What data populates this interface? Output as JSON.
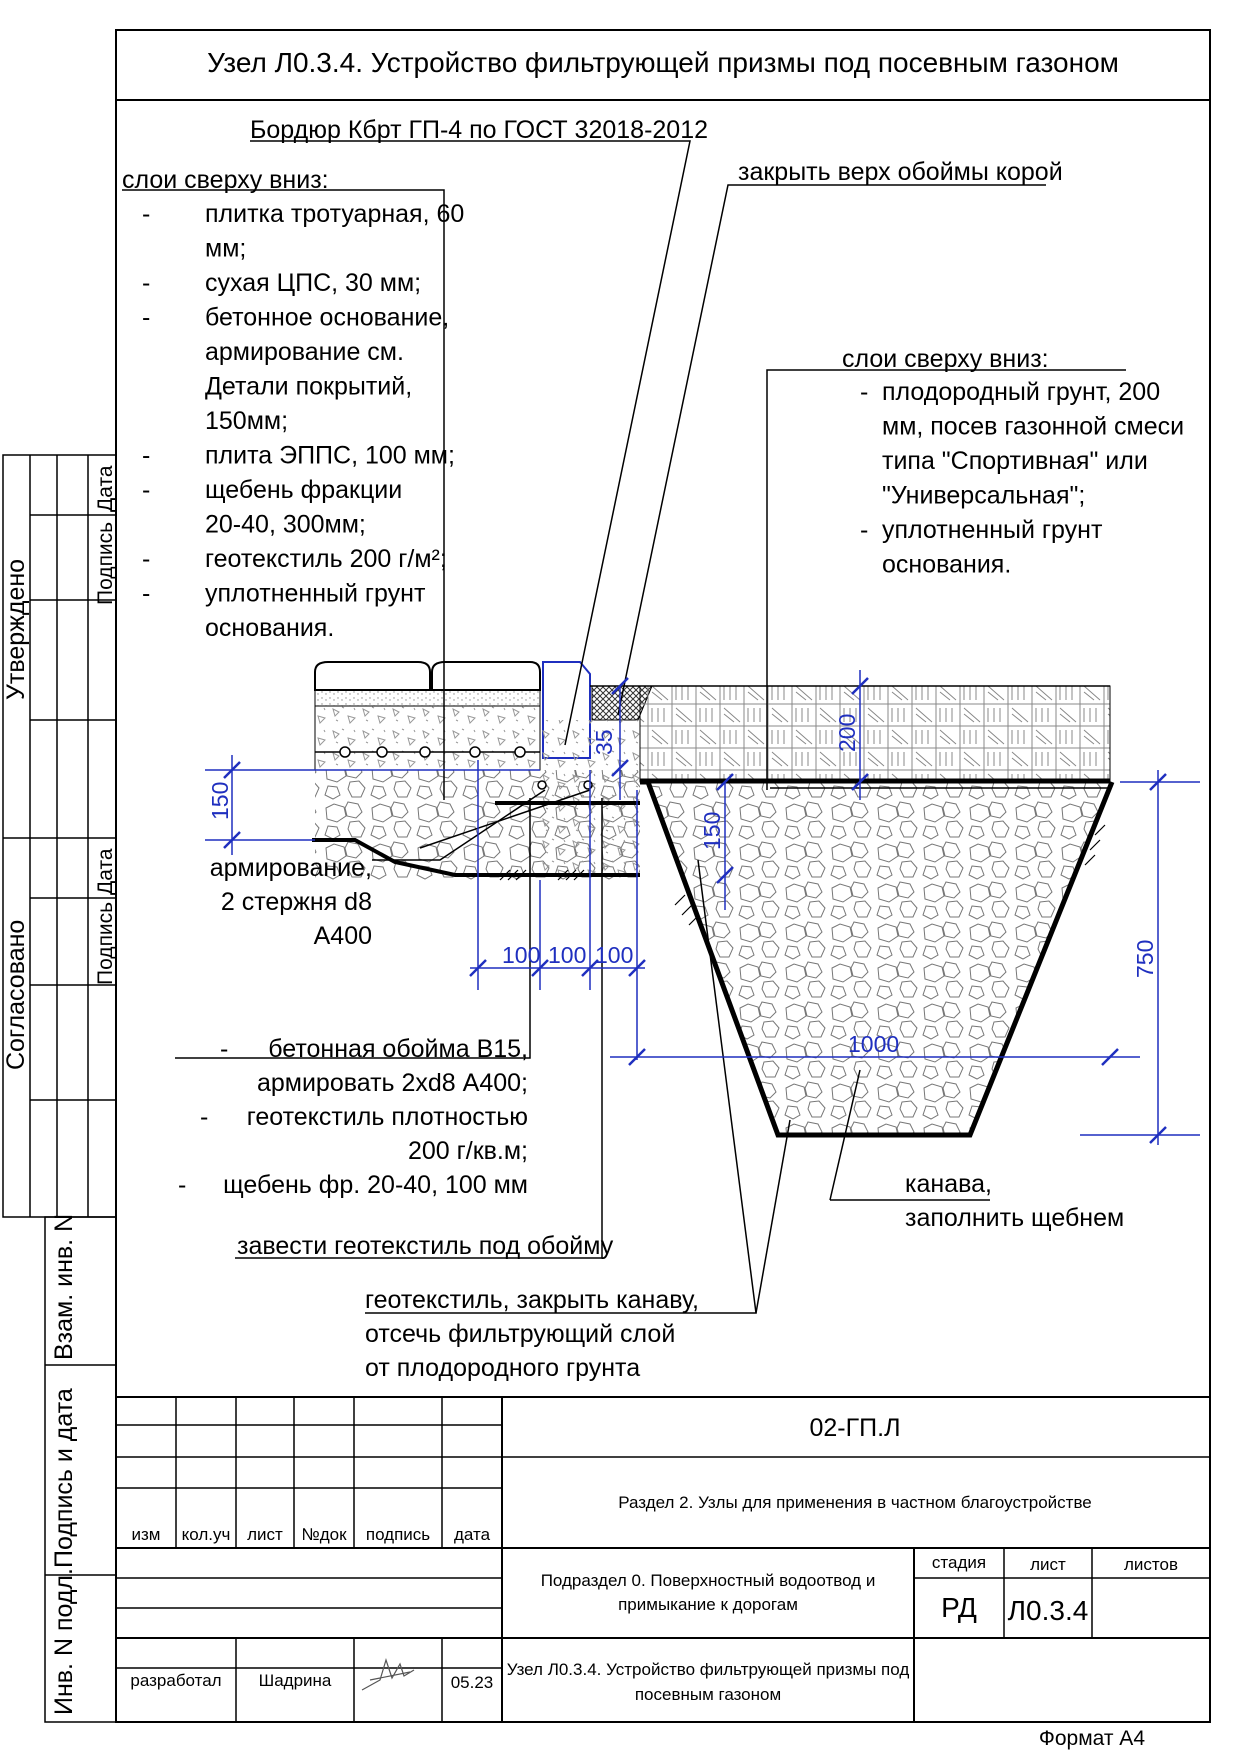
{
  "title": "Узел Л0.3.4. Устройство фильтрующей призмы под посевным газоном",
  "callouts": {
    "curb": "Бордюр Кбрт ГП-4 по ГОСТ 32018-2012",
    "bark": "закрыть верх обоймы корой",
    "left_layers_head": "слои сверху вниз:",
    "left_layers": [
      {
        "dash": "-",
        "lines": [
          "плитка тротуарная, 60",
          "мм;"
        ]
      },
      {
        "dash": "-",
        "lines": [
          "сухая ЦПС, 30 мм;"
        ]
      },
      {
        "dash": "-",
        "lines": [
          "бетонное основание,",
          "армирование см.",
          "Детали покрытий,",
          "150мм;"
        ]
      },
      {
        "dash": "-",
        "lines": [
          "плита ЭППС, 100 мм;"
        ]
      },
      {
        "dash": "-",
        "lines": [
          "щебень фракции",
          "20-40, 300мм;"
        ]
      },
      {
        "dash": "-",
        "lines": [
          "геотекстиль 200 г/м²;"
        ]
      },
      {
        "dash": "-",
        "lines": [
          "уплотненный грунт",
          "основания."
        ]
      }
    ],
    "right_layers_head": "слои сверху вниз:",
    "right_layers": [
      {
        "dash": "-",
        "lines": [
          "плодородный грунт, 200",
          "мм, посев газонной смеси",
          "типа \"Спортивная\" или",
          "\"Универсальная\";"
        ]
      },
      {
        "dash": "-",
        "lines": [
          "уплотненный грунт",
          "основания."
        ]
      }
    ],
    "rebar": [
      "армирование,",
      "2 стержня d8",
      "А400"
    ],
    "frame_layers": [
      {
        "dash": "-",
        "lines": [
          "бетонная обойма В15,",
          "армировать 2хd8 А400;"
        ]
      },
      {
        "dash": "-",
        "lines": [
          "геотекстиль плотностью",
          "200 г/кв.м;"
        ]
      },
      {
        "dash": "-",
        "lines": [
          "щебень фр. 20-40, 100 мм"
        ]
      }
    ],
    "geo_under": "завести геотекстиль под обойму",
    "ditch": [
      "канава,",
      "заполнить щебнем"
    ],
    "geo_cover": [
      "геотекстиль, закрыть канаву,",
      "отсечь фильтрующий слой",
      "от плодородного грунта"
    ]
  },
  "dimensions": {
    "d150_left": "150",
    "d35": "35",
    "d200": "200",
    "d150_mid": "150",
    "d100_a": "100",
    "d100_b": "100",
    "d100_c": "100",
    "d1000": "1000",
    "d750": "750"
  },
  "side_labels": {
    "approved": "Утверждено",
    "agreed": "Согласовано",
    "sign1": "Подпись",
    "date1": "Дата",
    "sign2": "Подпись",
    "date2": "Дата",
    "inv_swap": "Взам. инв. N",
    "sign_date": "Подпись и дата",
    "inv_orig": "Инв. N подл."
  },
  "stamp": {
    "code": "02-ГП.Л",
    "section": "Раздел 2. Узлы для применения в частном благоустройстве",
    "subsection": [
      "Подраздел 0. Поверхностный водоотвод и",
      "примыкание к дорогам"
    ],
    "sheet_title": [
      "Узел Л0.3.4. Устройство фильтрующей призмы под",
      "посевным газоном"
    ],
    "col_headers": [
      "изм",
      "кол.уч",
      "лист",
      "№док",
      "подпись",
      "дата"
    ],
    "stage_label": "стадия",
    "sheet_label": "лист",
    "sheets_label": "листов",
    "stage": "РД",
    "sheet": "Л0.3.4",
    "role": "разработал",
    "name": "Шадрина",
    "date": "05.23"
  },
  "format": "Формат А4",
  "colors": {
    "line": "#000000",
    "dimension": "#1f2fbf"
  }
}
